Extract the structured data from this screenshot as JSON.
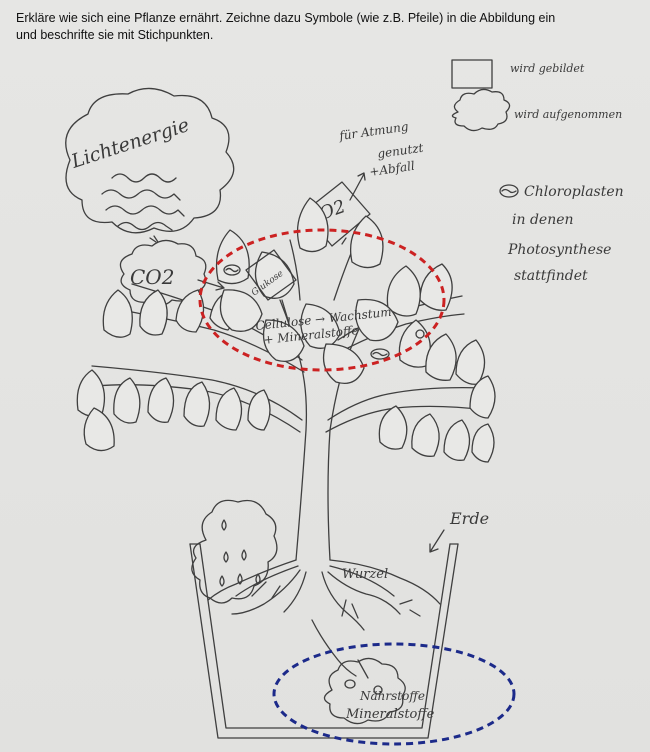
{
  "instructions": {
    "line1": "Erkläre wie sich eine Pflanze ernährt. Zeichne dazu Symbole (wie z.B. Pfeile) in die Abbildung ein",
    "line2": "und beschrifte sie mit Stichpunkten."
  },
  "legend": {
    "formed": "wird gebildet",
    "absorbed": "wird aufgenommen",
    "chloroplast_line1": "Chloroplasten",
    "chloroplast_line2": "in denen",
    "chloroplast_line3": "Photosynthese",
    "chloroplast_line4": "stattfindet"
  },
  "labels": {
    "light_energy": "Lichtenergie",
    "co2": "CO2",
    "o2": "O2",
    "respiration_line1": "für Atmung",
    "respiration_line2": "genutzt",
    "respiration_line3": "+Abfall",
    "glucose": "Glukose",
    "cellulose_line1": "Cellulose → Wachstum",
    "cellulose_line2": "+ Mineralstoffe",
    "soil": "Erde",
    "root": "Wurzel",
    "nutrients_line1": "Nährstoffe",
    "nutrients_line2": "Mineralstoffe"
  },
  "colors": {
    "red_circle": "#cc2222",
    "blue_circle": "#1c2a8a",
    "ink": "#3f3f3f"
  }
}
